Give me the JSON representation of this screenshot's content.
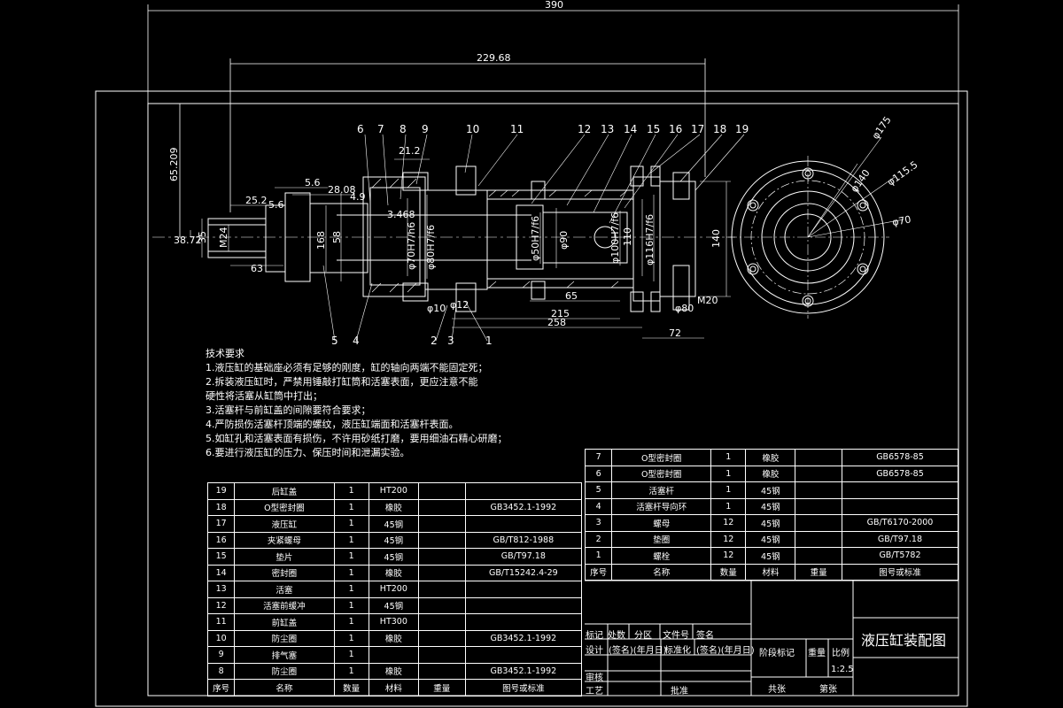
{
  "dimensions": {
    "overall": "390",
    "length_229": "229.68",
    "d_65209": "65.209",
    "d_56": "5.6",
    "d_2808": "28.08",
    "d_49": "4.9",
    "d_212": "21.2",
    "d_3468": "3.468",
    "d_252": "25.2",
    "d_56b": "5.6",
    "d_3872": "38.72",
    "d_35": "35",
    "m24": "M24",
    "d_63": "63",
    "d_168": "168",
    "d_58": "58",
    "phi70h7": "φ70H7/h6",
    "phi80h7": "φ80H7/f6",
    "phi50h7": "φ50H7/f6",
    "phi90": "φ90",
    "phi100": "φ100H7/f6",
    "phi116": "φ116H7/f6",
    "d_110": "110",
    "d_140": "140",
    "d_65": "65",
    "d_215": "215",
    "d_258": "258",
    "d_72": "72",
    "phi10": "φ10",
    "phi12": "φ12",
    "phi80": "φ80",
    "m20": "M20",
    "phi175": "φ175",
    "phi140": "φ140",
    "phi1155": "φ115.5",
    "phi70": "φ70"
  },
  "balloons": [
    "6",
    "7",
    "8",
    "9",
    "10",
    "11",
    "12",
    "13",
    "14",
    "15",
    "16",
    "17",
    "18",
    "19"
  ],
  "balloons_bottom": [
    "5",
    "4",
    "2",
    "3",
    "1"
  ],
  "tech_req": {
    "title": "技术要求",
    "items": [
      "1.液压缸的基础座必须有足够的刚度，缸的轴向两端不能固定死；",
      "2.拆装液压缸时，严禁用锤敲打缸筒和活塞表面，更应注意不能",
      "硬性将活塞从缸筒中打出；",
      "3.活塞杆与前缸盖的间隙要符合要求；",
      "4.严防损伤活塞杆顶端的螺纹，液压缸端面和活塞杆表面。",
      "5.如缸孔和活塞表面有损伤，不许用砂纸打磨，要用细油石精心研磨；",
      "6.要进行液压缸的压力、保压时间和泄漏实验。"
    ]
  },
  "bom_left": {
    "rows": [
      [
        "19",
        "后缸盖",
        "1",
        "HT200",
        "",
        ""
      ],
      [
        "18",
        "O型密封圈",
        "1",
        "橡胶",
        "",
        "GB3452.1-1992"
      ],
      [
        "17",
        "液压缸",
        "1",
        "45钢",
        "",
        ""
      ],
      [
        "16",
        "夹紧螺母",
        "1",
        "45钢",
        "",
        "GB/T812-1988"
      ],
      [
        "15",
        "垫片",
        "1",
        "45钢",
        "",
        "GB/T97.18"
      ],
      [
        "14",
        "密封圈",
        "1",
        "橡胶",
        "",
        "GB/T15242.4-29"
      ],
      [
        "13",
        "活塞",
        "1",
        "HT200",
        "",
        ""
      ],
      [
        "12",
        "活塞前缓冲",
        "1",
        "45钢",
        "",
        ""
      ],
      [
        "11",
        "前缸盖",
        "1",
        "HT300",
        "",
        ""
      ],
      [
        "10",
        "防尘圈",
        "1",
        "橡胶",
        "",
        "GB3452.1-1992"
      ],
      [
        "9",
        "排气塞",
        "1",
        "",
        "",
        ""
      ],
      [
        "8",
        "防尘圈",
        "1",
        "橡胶",
        "",
        "GB3452.1-1992"
      ]
    ],
    "header": [
      "序号",
      "名称",
      "数量",
      "材料",
      "重量",
      "图号或标准"
    ]
  },
  "bom_right": {
    "rows": [
      [
        "7",
        "O型密封圈",
        "1",
        "橡胶",
        "",
        "GB6578-85"
      ],
      [
        "6",
        "O型密封圈",
        "1",
        "橡胶",
        "",
        "GB6578-85"
      ],
      [
        "5",
        "活塞杆",
        "1",
        "45钢",
        "",
        ""
      ],
      [
        "4",
        "活塞杆导向环",
        "1",
        "45钢",
        "",
        ""
      ],
      [
        "3",
        "螺母",
        "12",
        "45钢",
        "",
        "GB/T6170-2000"
      ],
      [
        "2",
        "垫圈",
        "12",
        "45钢",
        "",
        "GB/T97.18"
      ],
      [
        "1",
        "螺栓",
        "12",
        "45钢",
        "",
        "GB/T5782"
      ]
    ],
    "header": [
      "序号",
      "名称",
      "数量",
      "材料",
      "重量",
      "图号或标准"
    ]
  },
  "title_block": {
    "title": "液压缸装配图",
    "biaoji": "标记",
    "chushu": "处数",
    "fenqu": "分区",
    "wenjianhao": "文件号",
    "qianming": "签名",
    "sheji": "设计",
    "qianming2": "(签名)(年月日)",
    "biaozhunhua": "标准化",
    "qianming3": "(签名)(年月日)",
    "jieduan": "阶段标记",
    "zhongliang": "重量",
    "bili": "比例",
    "scale": "1:2.5",
    "shenhe": "审核",
    "gongyi": "工艺",
    "pizhun": "批准",
    "gongzhang": "共张",
    "dizhang": "第张"
  }
}
